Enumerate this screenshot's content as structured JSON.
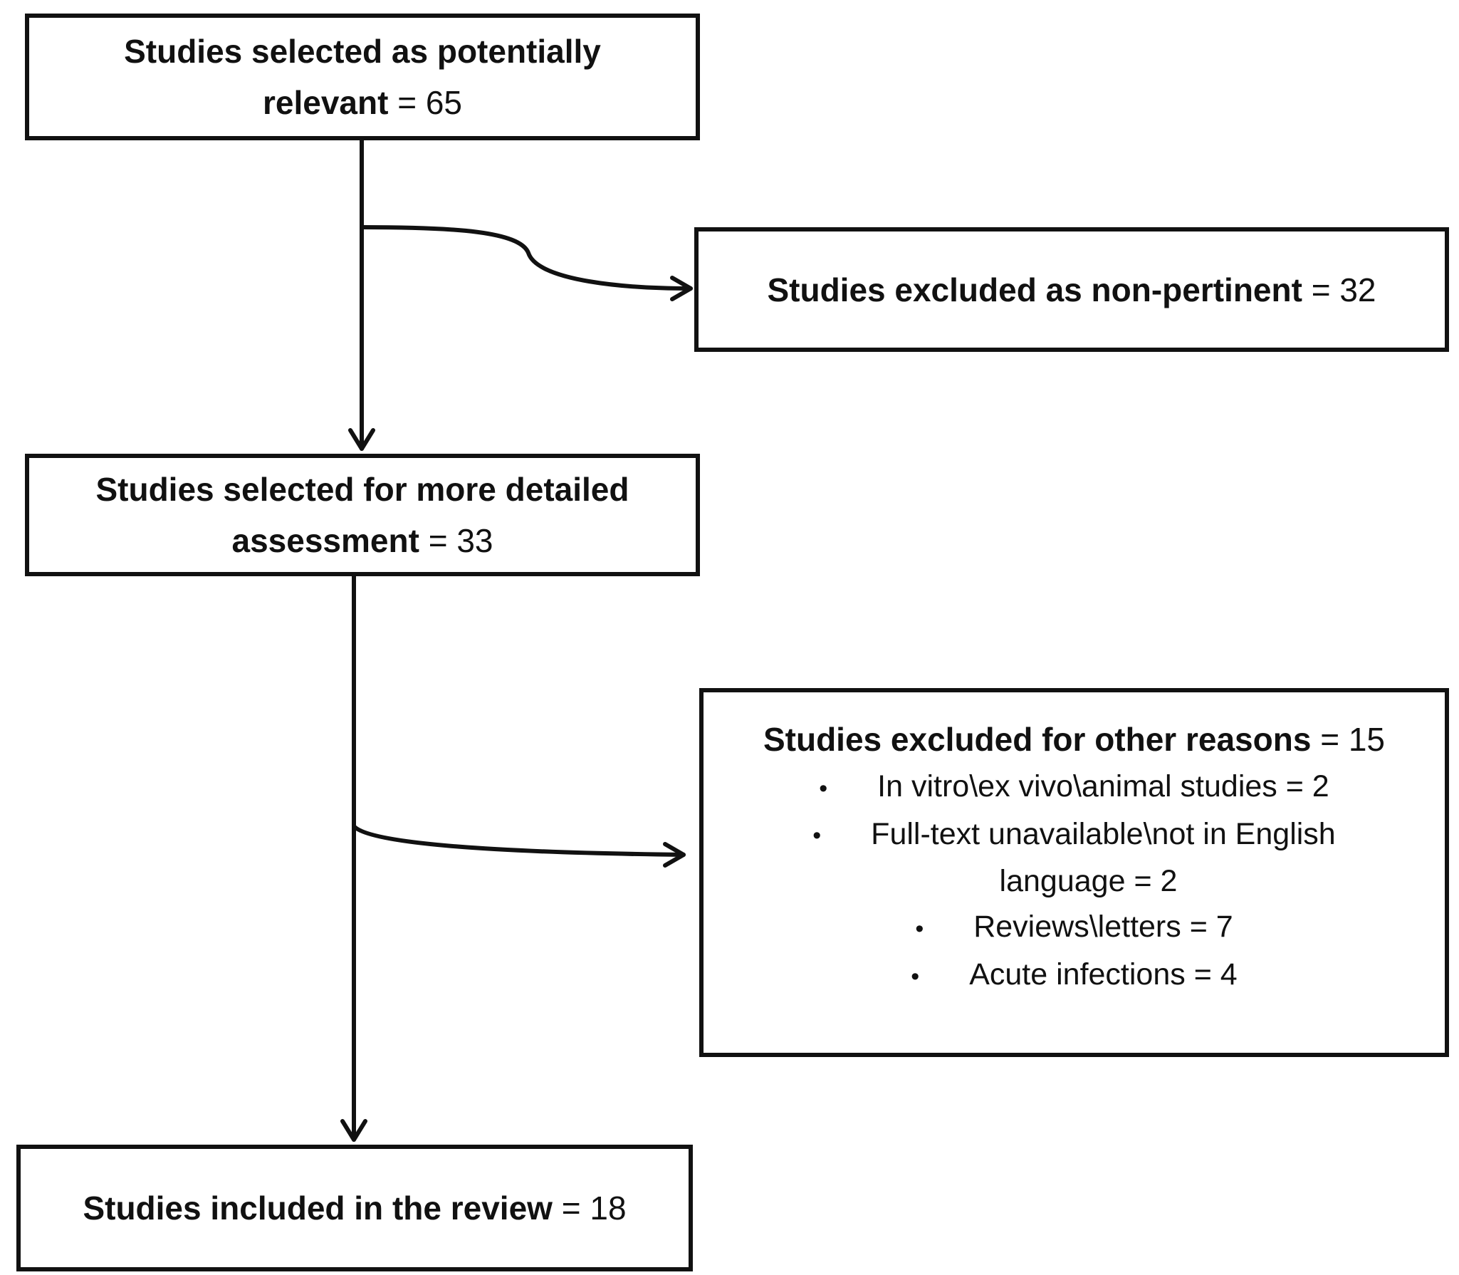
{
  "boxes": {
    "potential": {
      "label": "Studies selected as potentially relevant",
      "label_line1": "Studies selected as potentially",
      "label_line2": "relevant",
      "value": "= 65"
    },
    "non_pertinent": {
      "label": "Studies excluded as non-pertinent",
      "value": "= 32"
    },
    "detailed": {
      "label_line1": "Studies selected for more detailed",
      "label_line2": "assessment",
      "value": "= 33"
    },
    "other_reasons": {
      "label": "Studies excluded for other reasons",
      "value": "= 15",
      "reasons": [
        {
          "text": "In vitro\\ex vivo\\animal studies = 2"
        },
        {
          "text": "Full-text unavailable\\not in English",
          "continuation": "language = 2"
        },
        {
          "text": "Reviews\\letters = 7"
        },
        {
          "text": "Acute infections = 4"
        }
      ]
    },
    "included": {
      "label": "Studies included in the review",
      "value": "= 18"
    }
  },
  "bullet_char": "•"
}
